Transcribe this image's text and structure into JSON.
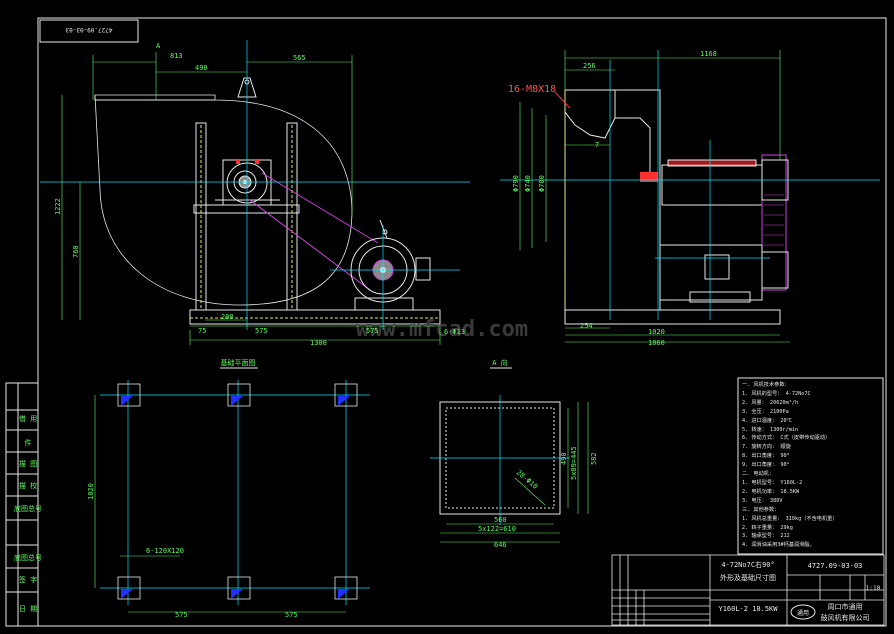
{
  "drawing_no": "4727.09-03-03",
  "drawing_no_mirrored": "4727.09-03-03",
  "front_view": {
    "dims": {
      "d813": "813",
      "d490": "490",
      "d565": "565",
      "d1222": "1222",
      "d760": "760",
      "d200": "200",
      "d75": "75",
      "d575a": "575",
      "d575b": "575",
      "d6phi13": "6-Φ13",
      "d1300": "1300"
    },
    "watermark": "www.mfcad.com",
    "section_arrow": "A"
  },
  "side_view": {
    "dims": {
      "d1168": "1168",
      "d256": "256",
      "bolt": "16-M8X18",
      "d790": "Φ790",
      "d740": "Φ740",
      "d700": "Φ700",
      "d7": "7",
      "d254": "254",
      "d1020": "1020",
      "d1060": "1060"
    }
  },
  "foundation_view": {
    "label": "基础平面图",
    "dims": {
      "d1020": "1020",
      "d575a": "575",
      "d575b": "575",
      "bolts": "6-120X120"
    }
  },
  "outlet_view": {
    "label": "A 向",
    "dims": {
      "d560": "560",
      "d5x122": "5x122=610",
      "d646": "646",
      "d490": "490",
      "d5x89": "5x89=445",
      "d582": "582",
      "hole": "28-Φ10"
    }
  },
  "notes": [
    "一. 风机技术参数：",
    "1. 风机的型号：  4-72No7C",
    "2. 风量：  20620m³/h",
    "3. 全压：  2100Pa",
    "4. 进口温度：  20℃",
    "5. 转速：  1300r/min",
    "6. 传动方式：  C式（皮带传动驱动）",
    "7. 旋转方向：  顺旋",
    "8. 出口角度：  90°",
    "9. 出口角度：  90°",
    "二. 电动机：",
    "1. 电机型号：  Y160L-2",
    "2. 电机功率：  18.5KW",
    "3. 电压：  380V",
    "三. 其他参数：",
    "1. 风机总重量：  310kg（不含电机重）",
    "2. 转子重量：  29kg",
    "3. 轴承型号：  212",
    "4. 润滑油采用3#钙基润滑脂。"
  ],
  "title_block": {
    "model": "4-72No7C右90°",
    "name": "外形及基础尺寸图",
    "motor": "Y160L-2 18.5KW",
    "drawing_no": "4727.09-03-03",
    "scale": "1:10",
    "company_line1": "周口市通用",
    "company_line2": "鼓风机有限公司",
    "logo": "通用"
  },
  "left_strip": [
    "借 用",
    "件",
    "描 图",
    "描 校",
    "底图总号",
    "底图总号",
    "签 字",
    "日 期"
  ],
  "colors": {
    "background": "#000000",
    "outline": "#e8e8e8",
    "centerline": "#00e5ff",
    "dimension": "#5dfc5d",
    "belt": "#d040e0",
    "accent_red": "#ff3030",
    "foundation_blue": "#2030ff",
    "yellow": "#e8e860"
  }
}
